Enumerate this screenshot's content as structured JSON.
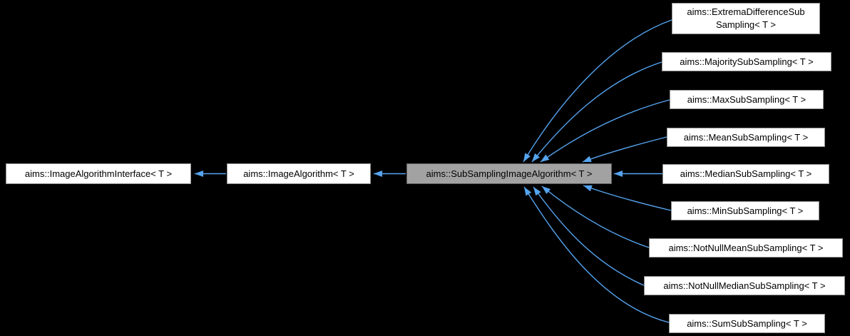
{
  "graph": {
    "kind": "class-inheritance-diagram",
    "colors": {
      "background": "#000000",
      "edge": "#55a4ef",
      "node_fill": "#ffffff",
      "node_border": "#8f8f8f",
      "focus_node_fill": "#a2a2a2",
      "focus_node_border": "#5e5e5e",
      "text": "#000000"
    },
    "base_chain": [
      {
        "id": "image-algorithm-interface",
        "label": "aims::ImageAlgorithmInterface< T >"
      },
      {
        "id": "image-algorithm",
        "label": "aims::ImageAlgorithm< T >"
      }
    ],
    "focus_node": {
      "id": "subsampling-image-algorithm",
      "label": "aims::SubSamplingImageAlgorithm< T >"
    },
    "derived_nodes": [
      {
        "id": "extrema-difference-subsampling",
        "label": "aims::ExtremaDifferenceSub\nSampling< T >"
      },
      {
        "id": "majority-subsampling",
        "label": "aims::MajoritySubSampling< T >"
      },
      {
        "id": "max-subsampling",
        "label": "aims::MaxSubSampling< T >"
      },
      {
        "id": "mean-subsampling",
        "label": "aims::MeanSubSampling< T >"
      },
      {
        "id": "median-subsampling",
        "label": "aims::MedianSubSampling< T >"
      },
      {
        "id": "min-subsampling",
        "label": "aims::MinSubSampling< T >"
      },
      {
        "id": "notnullmean-subsampling",
        "label": "aims::NotNullMeanSubSampling< T >"
      },
      {
        "id": "notnullmedian-subsampling",
        "label": "aims::NotNullMedianSubSampling< T >"
      },
      {
        "id": "sum-subsampling",
        "label": "aims::SumSubSampling< T >"
      }
    ],
    "edge_semantics": "arrow points from derived class to base class",
    "icons": [
      {
        "name": "inheritance-arrowhead-icon",
        "shape": "filled-triangle",
        "color": "#55a4ef"
      }
    ]
  }
}
